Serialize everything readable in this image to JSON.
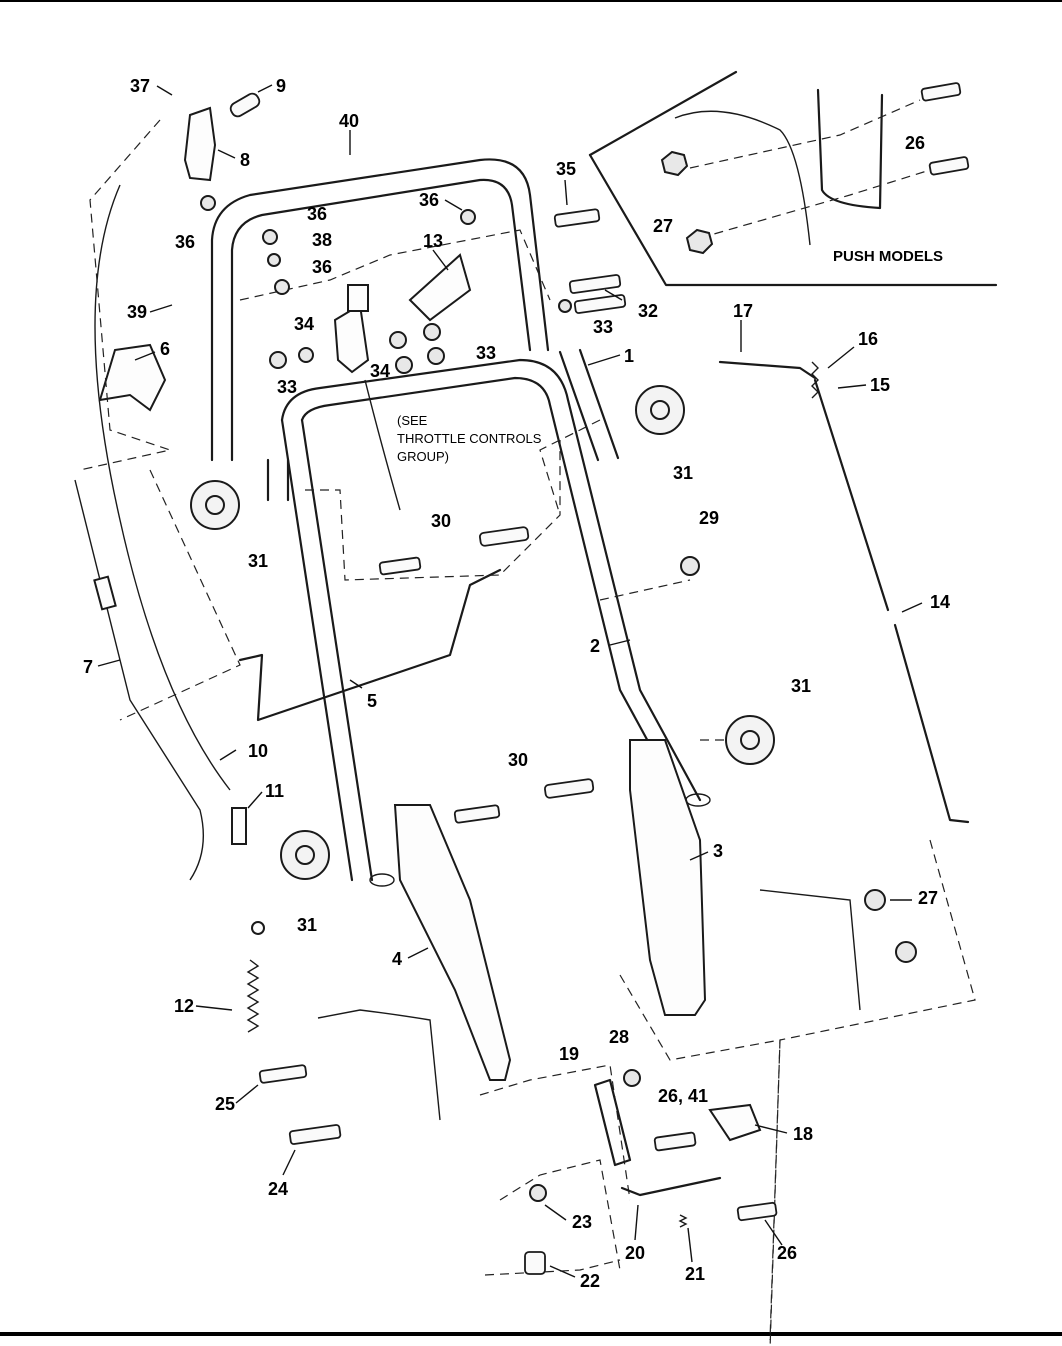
{
  "diagram": {
    "inset_title": "PUSH MODELS",
    "note_lines": [
      "(SEE",
      "THROTTLE CONTROLS",
      "GROUP)"
    ],
    "callouts": [
      {
        "id": "c37",
        "text": "37"
      },
      {
        "id": "c9",
        "text": "9"
      },
      {
        "id": "c8",
        "text": "8"
      },
      {
        "id": "c40",
        "text": "40"
      },
      {
        "id": "c36a",
        "text": "36"
      },
      {
        "id": "c36b",
        "text": "36"
      },
      {
        "id": "c36c",
        "text": "36"
      },
      {
        "id": "c38",
        "text": "38"
      },
      {
        "id": "c36d",
        "text": "36"
      },
      {
        "id": "c35",
        "text": "35"
      },
      {
        "id": "c13",
        "text": "13"
      },
      {
        "id": "c32",
        "text": "32"
      },
      {
        "id": "c33a",
        "text": "33"
      },
      {
        "id": "c33b",
        "text": "33"
      },
      {
        "id": "c33c",
        "text": "33"
      },
      {
        "id": "c34a",
        "text": "34"
      },
      {
        "id": "c34b",
        "text": "34"
      },
      {
        "id": "c39",
        "text": "39"
      },
      {
        "id": "c6",
        "text": "6"
      },
      {
        "id": "c1",
        "text": "1"
      },
      {
        "id": "c17",
        "text": "17"
      },
      {
        "id": "c16",
        "text": "16"
      },
      {
        "id": "c15",
        "text": "15"
      },
      {
        "id": "c31a",
        "text": "31"
      },
      {
        "id": "c31b",
        "text": "31"
      },
      {
        "id": "c31c",
        "text": "31"
      },
      {
        "id": "c31d",
        "text": "31"
      },
      {
        "id": "c30a",
        "text": "30"
      },
      {
        "id": "c30b",
        "text": "30"
      },
      {
        "id": "c29",
        "text": "29"
      },
      {
        "id": "c14",
        "text": "14"
      },
      {
        "id": "c2",
        "text": "2"
      },
      {
        "id": "c7",
        "text": "7"
      },
      {
        "id": "c5",
        "text": "5"
      },
      {
        "id": "c10",
        "text": "10"
      },
      {
        "id": "c11",
        "text": "11"
      },
      {
        "id": "c3",
        "text": "3"
      },
      {
        "id": "c4",
        "text": "4"
      },
      {
        "id": "c27a",
        "text": "27"
      },
      {
        "id": "c27b",
        "text": "27"
      },
      {
        "id": "c26a",
        "text": "26"
      },
      {
        "id": "c12",
        "text": "12"
      },
      {
        "id": "c28",
        "text": "28"
      },
      {
        "id": "c19",
        "text": "19"
      },
      {
        "id": "c2641",
        "text": "26, 41"
      },
      {
        "id": "c18",
        "text": "18"
      },
      {
        "id": "c25",
        "text": "25"
      },
      {
        "id": "c24",
        "text": "24"
      },
      {
        "id": "c23",
        "text": "23"
      },
      {
        "id": "c20",
        "text": "20"
      },
      {
        "id": "c21",
        "text": "21"
      },
      {
        "id": "c26b",
        "text": "26"
      },
      {
        "id": "c22",
        "text": "22"
      }
    ]
  }
}
